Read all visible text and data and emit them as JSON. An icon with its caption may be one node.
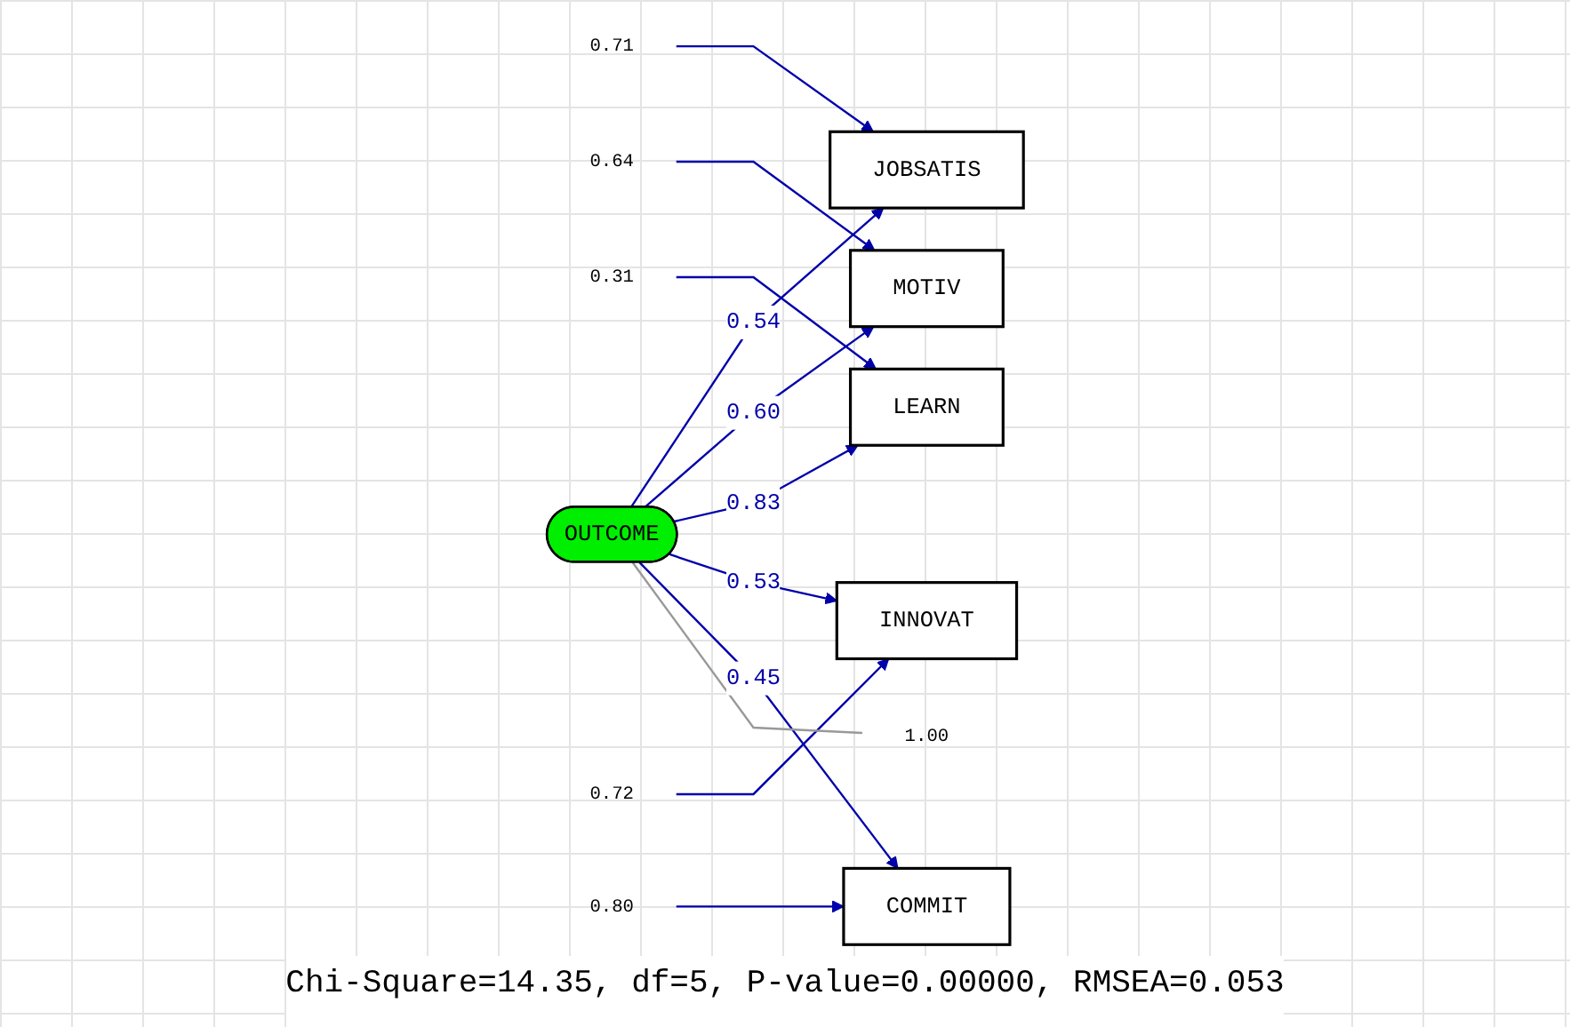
{
  "diagram": {
    "caption": "Chi-Square=14.35, df=5, P-value=0.00000, RMSEA=0.053",
    "nodes": [
      {
        "text": [
          "0.71"
        ]
      },
      {
        "text": [
          "JOBSATIS"
        ]
      },
      {
        "text": [
          "0.64"
        ]
      },
      {
        "text": [
          "MOTIV"
        ]
      },
      {
        "text": [
          "0.31"
        ]
      },
      {
        "text": [
          "LEARN"
        ]
      },
      {
        "text": [
          "0.72"
        ]
      },
      {
        "text": [
          "INNOVAT"
        ]
      },
      {
        "text": [
          "0.80"
        ]
      },
      {
        "text": [
          "COMMIT"
        ]
      },
      {
        "text": [
          "OUTCOME"
        ]
      },
      {
        "text": [
          "1.00"
        ]
      }
    ],
    "edges": [
      {
        "from": 0,
        "to": 1,
        "arrow": "to"
      },
      {
        "from": 2,
        "to": 3,
        "arrow": "to"
      },
      {
        "from": 4,
        "to": 5,
        "arrow": "to"
      },
      {
        "from": 6,
        "to": 7,
        "arrow": "to"
      },
      {
        "from": 8,
        "to": 9,
        "arrow": "to"
      },
      {
        "from": 10,
        "to": 1,
        "arrow": "to",
        "label": "0.54"
      },
      {
        "from": 10,
        "to": 3,
        "arrow": "to",
        "label": "0.60"
      },
      {
        "from": 10,
        "to": 5,
        "arrow": "to",
        "label": "0.83"
      },
      {
        "from": 10,
        "to": 7,
        "arrow": "to",
        "label": "0.53"
      },
      {
        "from": 10,
        "to": 9,
        "arrow": "to",
        "label": "0.45"
      },
      {
        "from": 10,
        "to": 11,
        "arrow": "none",
        "color": "#999999"
      }
    ]
  }
}
